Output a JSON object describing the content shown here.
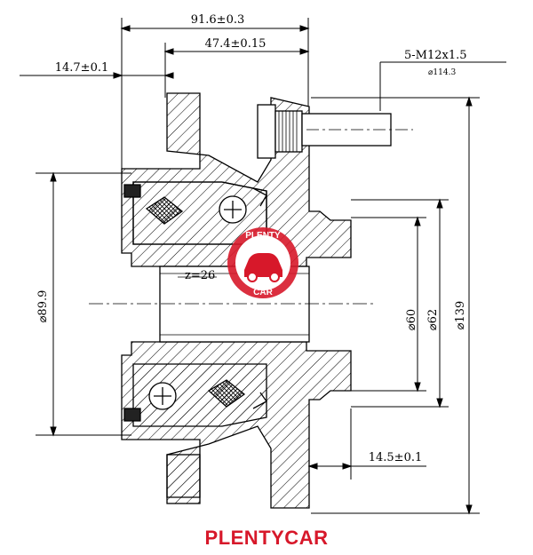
{
  "dimensions": {
    "overall_length": "91.6±0.3",
    "flange_to_face": "47.4±0.15",
    "left_offset": "14.7±0.1",
    "bolt_spec": "5-M12x1.5",
    "pitch_circle": "⌀114.3",
    "left_diameter": "⌀89.9",
    "pilot_60": "⌀60",
    "pilot_62": "⌀62",
    "flange_diameter": "⌀139",
    "spline": "z=26",
    "flange_thickness": "14.5±0.1"
  },
  "watermark": {
    "top_text": "PLENTY",
    "bottom_text": "CAR",
    "color": "#d7182a"
  },
  "brand": {
    "caption": "PLENTYCAR",
    "color": "#d7182a"
  }
}
